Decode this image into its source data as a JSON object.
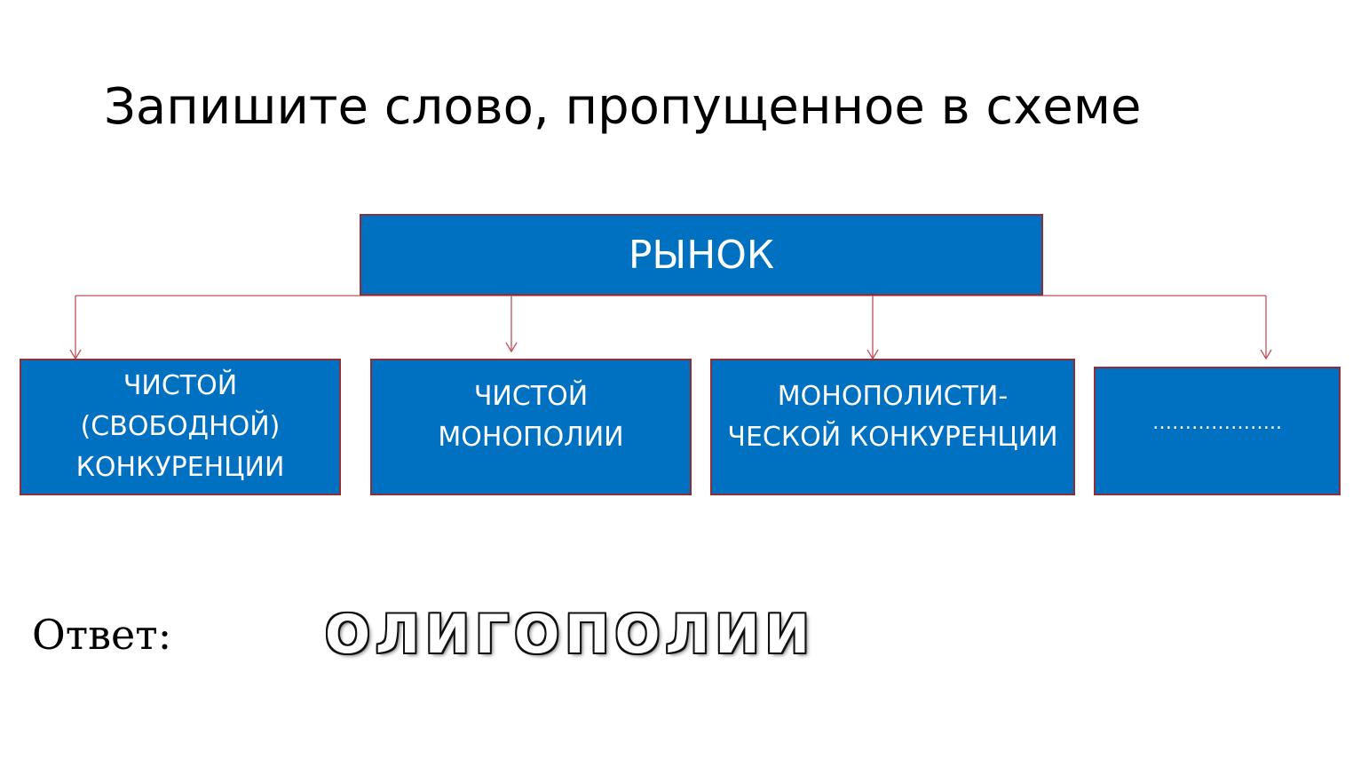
{
  "title": "Запишите слово, пропущенное в схеме",
  "diagram": {
    "root": "РЫНОК",
    "children": [
      "ЧИСТОЙ\n(СВОБОДНОЙ)\nКОНКУРЕНЦИИ",
      "ЧИСТОЙ\nМОНОПОЛИИ",
      "МОНОПОЛИСТИ-\nЧЕСКОЙ КОНКУРЕНЦИИ",
      "……………….."
    ],
    "colors": {
      "box_fill": "#0070c0",
      "box_border": "#8b2f3a",
      "connector": "#c0505a"
    }
  },
  "answer": {
    "label": "Ответ:",
    "value": "ОЛИГОПОЛИИ"
  }
}
